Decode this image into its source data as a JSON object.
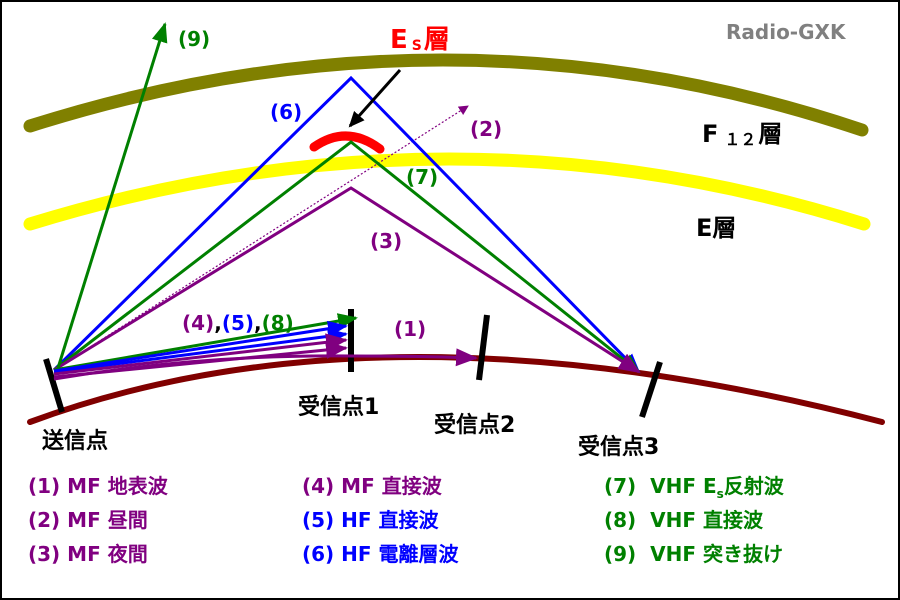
{
  "brand": "Radio-GXK",
  "layers": {
    "es": {
      "letter": "E",
      "sub": "S",
      "suffix": "層",
      "color": "#ff0000"
    },
    "f12": {
      "letter": "F",
      "sub": "１２",
      "suffix": "層",
      "color": "#808000"
    },
    "e": {
      "label": "E層",
      "color": "#ffff00"
    }
  },
  "ground": {
    "color": "#800000"
  },
  "points": {
    "tx": "送信点",
    "rx1": "受信点1",
    "rx2": "受信点2",
    "rx3": "受信点3"
  },
  "path_labels": {
    "p1": "(1)",
    "p2": "(2)",
    "p3": "(3)",
    "p4": "(4)",
    "comma1": ",",
    "p5": "(5)",
    "comma2": ",",
    "p6": "(6)",
    "p7": "(7)",
    "p8": "(8)",
    "p9": "(9)"
  },
  "colors": {
    "mf": "#800080",
    "hf": "#0000ff",
    "vhf": "#008000"
  },
  "legend": {
    "col1": [
      {
        "num": "(1)",
        "text": "MF 地表波"
      },
      {
        "num": "(2)",
        "text": "MF 昼間"
      },
      {
        "num": "(3)",
        "text": "MF 夜間"
      }
    ],
    "col2": [
      {
        "num": "(4)",
        "text": "MF 直接波"
      },
      {
        "num": "(5)",
        "text": "HF 直接波"
      },
      {
        "num": "(6)",
        "text": "HF 電離層波"
      }
    ],
    "col3": [
      {
        "num": "(7)",
        "pre": "VHF E",
        "sub": "s",
        "post": "反射波"
      },
      {
        "num": "(8)",
        "text": "VHF 直接波"
      },
      {
        "num": "(9)",
        "text": "VHF 突き抜け"
      }
    ]
  }
}
